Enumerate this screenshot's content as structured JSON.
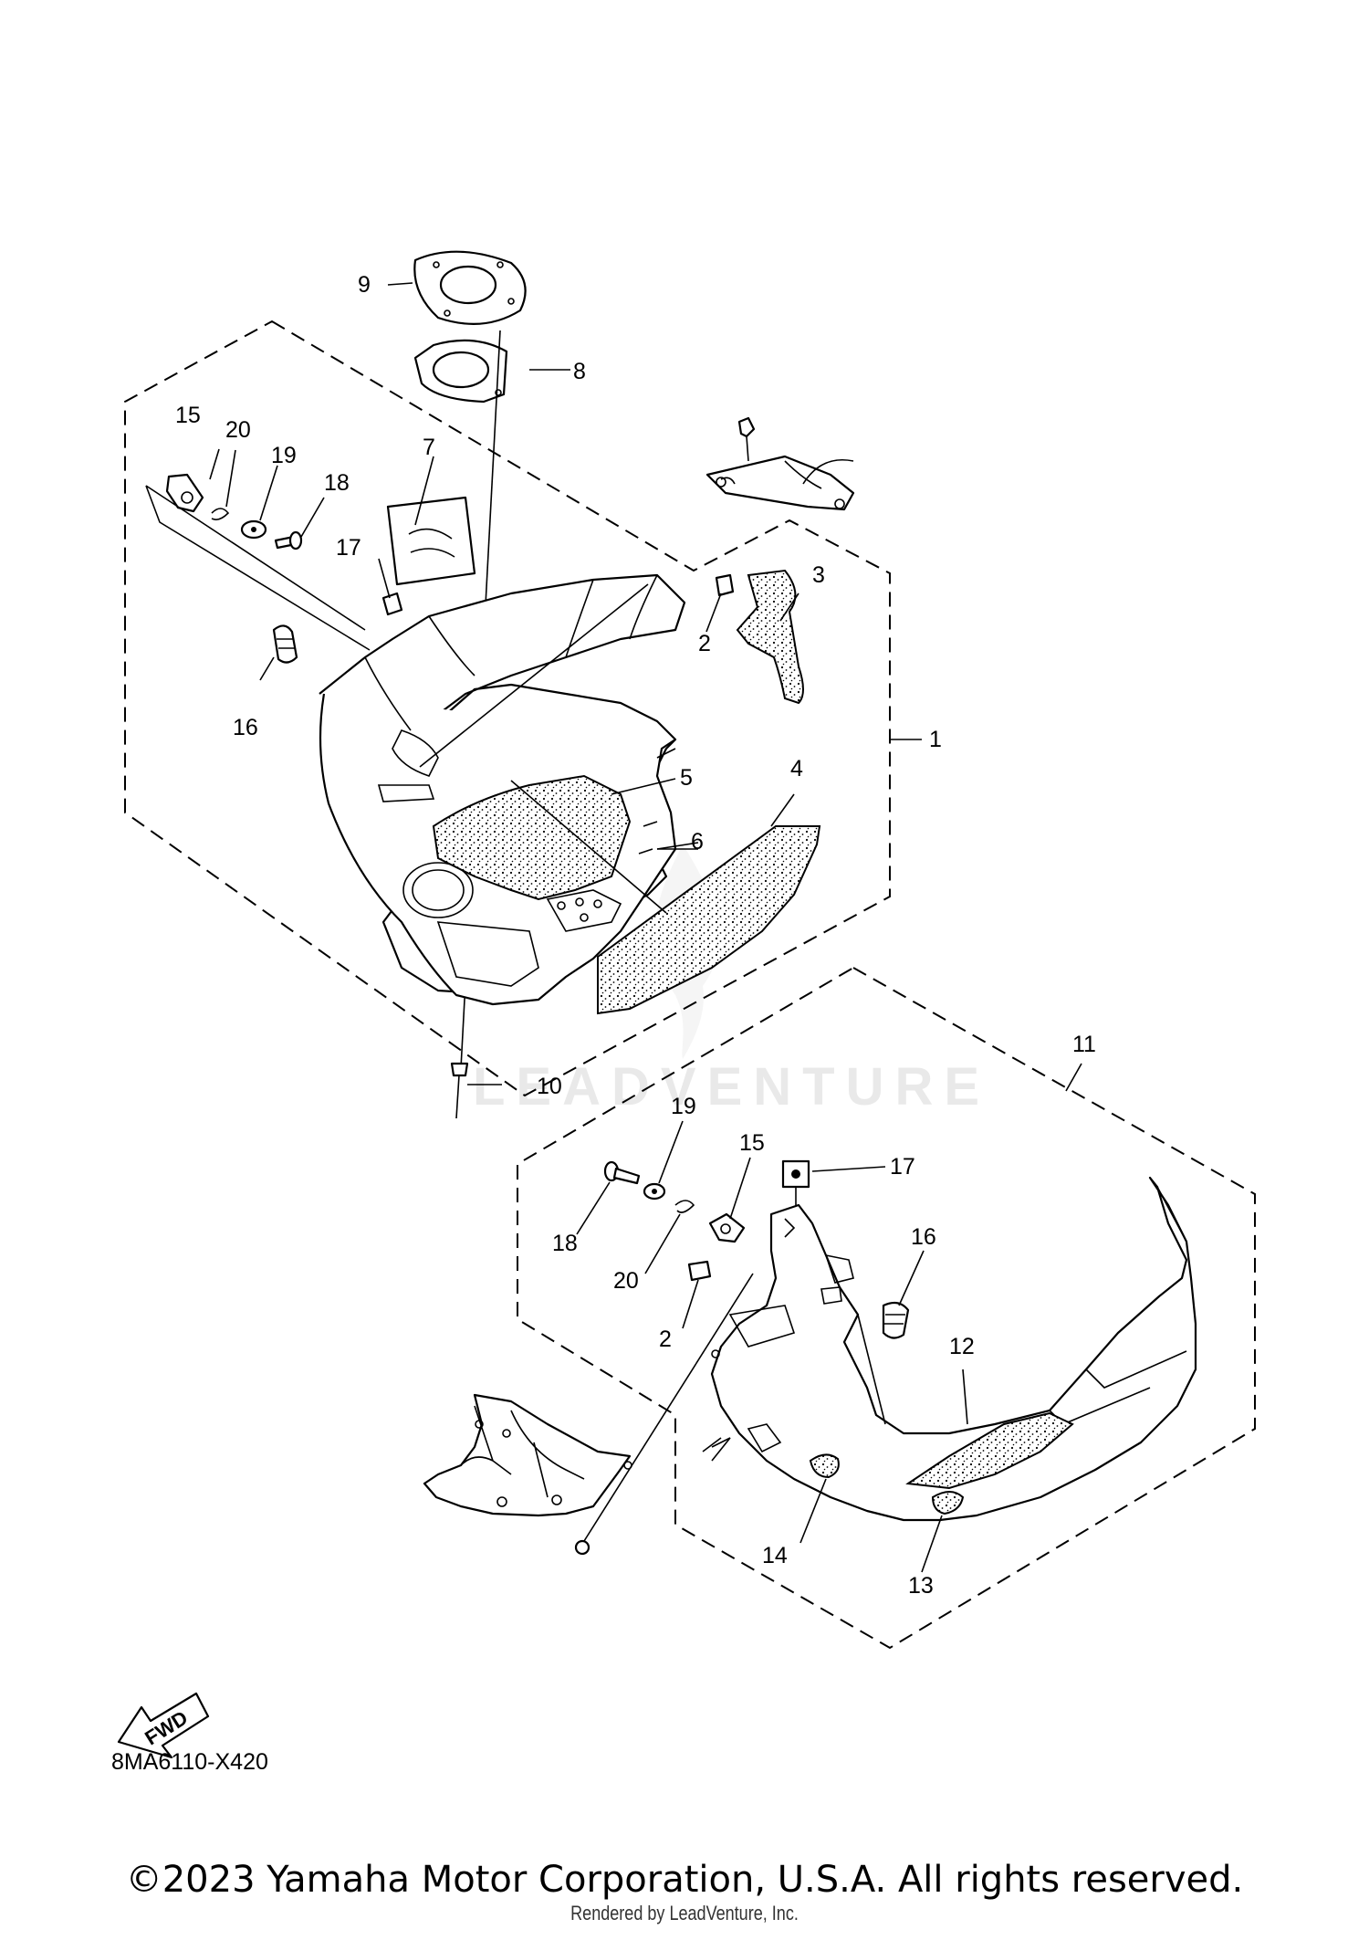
{
  "diagram": {
    "code": "8MA6110-X420",
    "fwd_label": "FWD",
    "watermark": "LEADVENTURE",
    "callouts": {
      "c1": "1",
      "c2a": "2",
      "c2b": "2",
      "c3": "3",
      "c4": "4",
      "c5": "5",
      "c6": "6",
      "c7": "7",
      "c8": "8",
      "c9": "9",
      "c10": "10",
      "c11": "11",
      "c12": "12",
      "c13": "13",
      "c14": "14",
      "c15a": "15",
      "c15b": "15",
      "c16a": "16",
      "c16b": "16",
      "c17a": "17",
      "c17b": "17",
      "c18a": "18",
      "c18b": "18",
      "c19a": "19",
      "c19b": "19",
      "c20a": "20",
      "c20b": "20"
    }
  },
  "footer": {
    "copyright": "©2023 Yamaha Motor Corporation, U.S.A. All rights reserved.",
    "rendered_by": "Rendered by LeadVenture, Inc."
  }
}
